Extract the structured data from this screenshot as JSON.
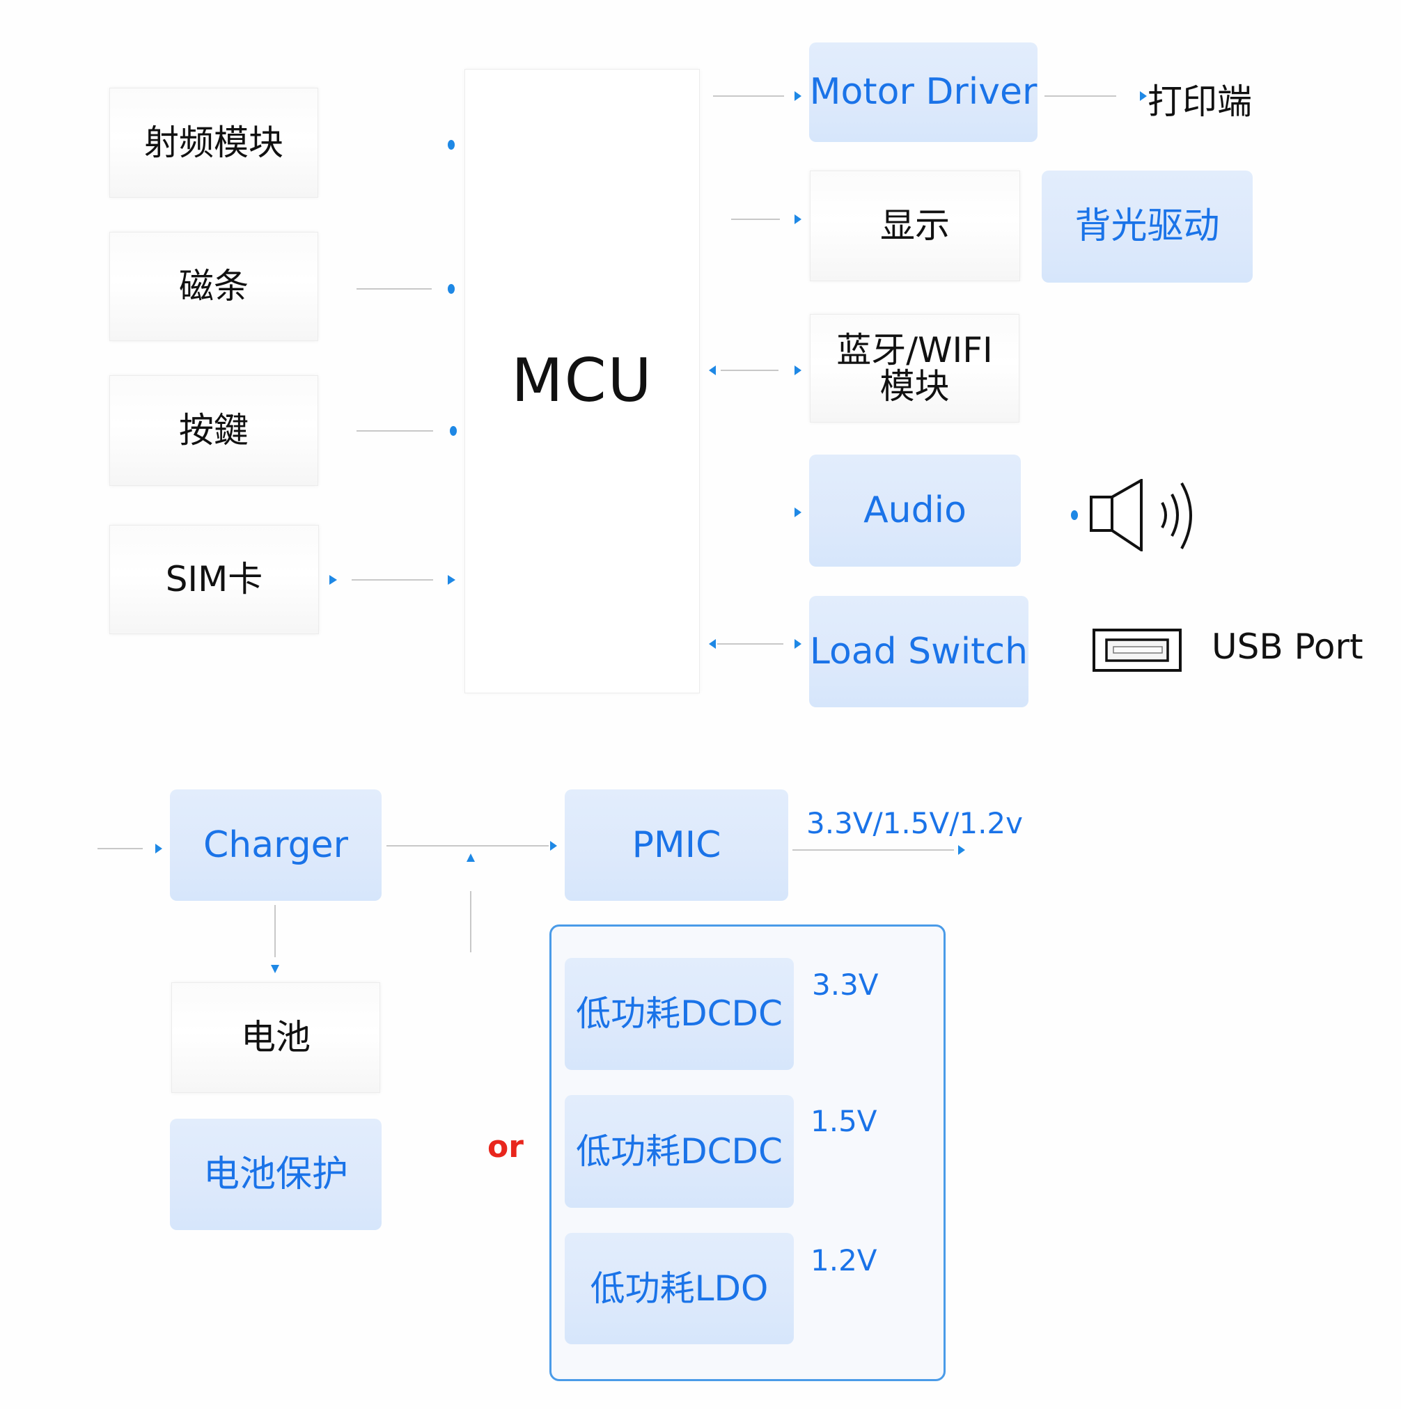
{
  "diagram": {
    "mcu": {
      "label": "MCU"
    },
    "left_peripherals": [
      {
        "id": "rf",
        "label": "射频模块"
      },
      {
        "id": "magstripe",
        "label": "磁条"
      },
      {
        "id": "keys",
        "label": "按鍵"
      },
      {
        "id": "sim",
        "label": "SIM卡"
      }
    ],
    "right_peripherals": {
      "motor_driver": {
        "label": "Motor Driver",
        "target": "打印端"
      },
      "display": {
        "label": "显示",
        "companion": "背光驱动"
      },
      "bt_wifi": {
        "label_line1": "蓝牙/WIFI",
        "label_line2": "模块"
      },
      "audio": {
        "label": "Audio",
        "target_icon": "speaker-icon"
      },
      "load_switch": {
        "label": "Load Switch",
        "target": "USB Port",
        "target_icon": "usb-port-icon"
      }
    },
    "power": {
      "charger": {
        "label": "Charger"
      },
      "pmic": {
        "label": "PMIC",
        "output": "3.3V/1.5V/1.2v"
      },
      "battery": {
        "label": "电池"
      },
      "battery_protection": {
        "label": "电池保护"
      },
      "alternative_label": "or",
      "discrete_regulators": [
        {
          "label": "低功耗DCDC",
          "output": "3.3V"
        },
        {
          "label": "低功耗DCDC",
          "output": "1.5V"
        },
        {
          "label": "低功耗LDO",
          "output": "1.2V"
        }
      ]
    },
    "colors": {
      "accent_blue": "#1a73e8",
      "box_blue_fill": "#dde9fb",
      "group_border": "#4a9be8",
      "connector_dot": "#1e88e5",
      "wire": "#c8c8c8",
      "or_red": "#e8261d"
    }
  }
}
